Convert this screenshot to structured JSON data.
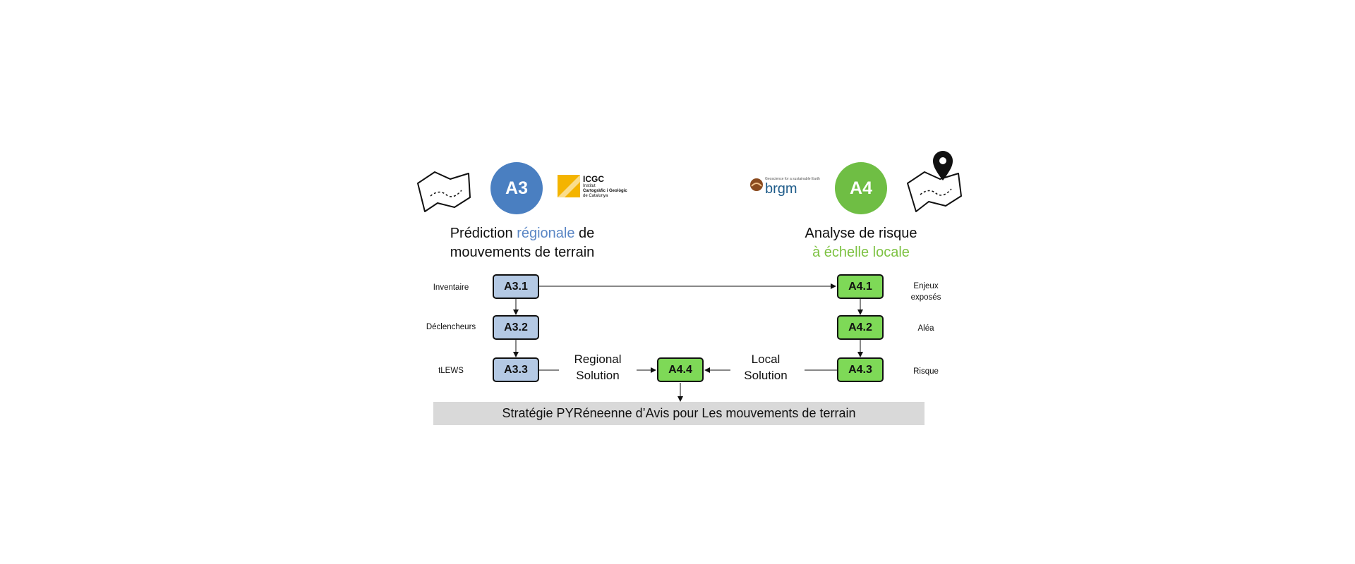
{
  "colors": {
    "a3_circle": "#4a7fc1",
    "a4_circle": "#6fbe44",
    "a3_box": "#b4c9e4",
    "a4_box": "#7ed957",
    "regional_highlight": "#5b87c5",
    "local_highlight": "#7dc242",
    "banner_bg": "#d9d9d9",
    "icgc_yellow": "#f4b400",
    "brgm_brown": "#8a4a1e"
  },
  "a3": {
    "circle_label": "A3",
    "heading": {
      "part1": "Prédiction ",
      "highlight": "régionale",
      "part2": " de",
      "line2": "mouvements de terrain"
    },
    "logo": {
      "name": "ICGC",
      "line1": "Institut",
      "line2": "Cartogràfic i Geològic",
      "line3": "de Catalunya"
    }
  },
  "a4": {
    "circle_label": "A4",
    "heading": {
      "line1": "Analyse de risque",
      "line2": "à échelle locale"
    },
    "logo": {
      "name": "brgm",
      "tagline": "Geoscience for a sustainable Earth"
    }
  },
  "boxes": {
    "a3_1": "A3.1",
    "a3_2": "A3.2",
    "a3_3": "A3.3",
    "a4_1": "A4.1",
    "a4_2": "A4.2",
    "a4_3": "A4.3",
    "a4_4": "A4.4"
  },
  "side_labels": {
    "inventaire": "Inventaire",
    "declencheurs": "Déclencheurs",
    "tlews": "tLEWS",
    "enjeux_line1": "Enjeux",
    "enjeux_line2": "exposés",
    "alea": "Aléa",
    "risque": "Risque"
  },
  "connectors": {
    "regional_line1": "Regional",
    "regional_line2": "Solution",
    "local_line1": "Local",
    "local_line2": "Solution"
  },
  "banner": "Stratégie PYRéneenne d’Avis pour Les mouvements de terrain"
}
